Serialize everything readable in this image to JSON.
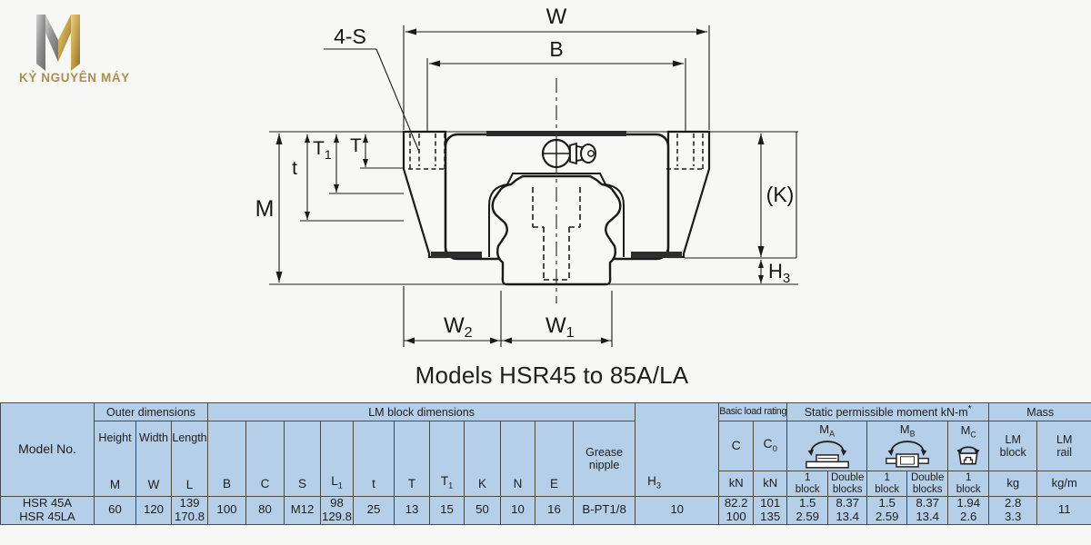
{
  "brand": {
    "name": "KỶ NGUYÊN MÁY"
  },
  "diagram": {
    "title": "Models HSR45 to 85A/LA",
    "labels": {
      "w": "W",
      "b": "B",
      "four_s": "4-S",
      "m": "M",
      "k": "(K)",
      "t": "t",
      "t_cap": "T",
      "t1_base": "T",
      "t1_sub": "1",
      "h3_base": "H",
      "h3_sub": "3",
      "w1_base": "W",
      "w1_sub": "1",
      "w2_base": "W",
      "w2_sub": "2"
    }
  },
  "table": {
    "model_header": "Model No.",
    "groups": {
      "outer": "Outer dimensions",
      "lm": "LM block dimensions",
      "load": "Basic load rating",
      "moment": "Static permissible moment kN-m",
      "moment_sup": "*",
      "mass": "Mass"
    },
    "outer_cols": [
      {
        "label": "Height",
        "sym": "M"
      },
      {
        "label": "Width",
        "sym": "W"
      },
      {
        "label": "Length",
        "sym": "L"
      }
    ],
    "lm_syms": [
      {
        "b": "B"
      },
      {
        "b": "C"
      },
      {
        "b": "S"
      },
      {
        "b": "L",
        "s": "1"
      },
      {
        "b": "t"
      },
      {
        "b": "T"
      },
      {
        "b": "T",
        "s": "1"
      },
      {
        "b": "K"
      },
      {
        "b": "N"
      },
      {
        "b": "E"
      }
    ],
    "grease": "Grease nipple",
    "h3": {
      "b": "H",
      "s": "3"
    },
    "load": {
      "c_base": "C",
      "c0_base": "C",
      "c0_sub": "0",
      "unit_c": "kN",
      "unit_c0": "kN"
    },
    "moment": {
      "ma_base": "M",
      "ma_sub": "A",
      "mb_base": "M",
      "mb_sub": "B",
      "mc_base": "M",
      "mc_sub": "C",
      "one_line1": "1",
      "one_line2": "block",
      "double_line1": "Double",
      "double_line2": "blocks"
    },
    "mass": {
      "block_line1": "LM",
      "block_line2": "block",
      "rail_line1": "LM",
      "rail_line2": "rail",
      "unit_block": "kg",
      "unit_rail": "kg/m"
    },
    "row": {
      "model_1": "HSR 45A",
      "model_2": "HSR 45LA",
      "m": "60",
      "w": "120",
      "l_1": "139",
      "l_2": "170.8",
      "b": "100",
      "c": "80",
      "s": "M12",
      "l1_1": "98",
      "l1_2": "129.8",
      "t": "25",
      "t_cap": "13",
      "t1": "15",
      "k": "50",
      "n": "10",
      "e": "16",
      "grease": "B-PT1/8",
      "h3": "10",
      "c_1": "82.2",
      "c_2": "100",
      "c0_1": "101",
      "c0_2": "135",
      "ma1_1": "1.5",
      "ma1_2": "2.59",
      "ma2_1": "8.37",
      "ma2_2": "13.4",
      "mb1_1": "1.5",
      "mb1_2": "2.59",
      "mb2_1": "8.37",
      "mb2_2": "13.4",
      "mc1_1": "1.94",
      "mc1_2": "2.6",
      "mass_block_1": "2.8",
      "mass_block_2": "3.3",
      "mass_rail": "11"
    }
  }
}
